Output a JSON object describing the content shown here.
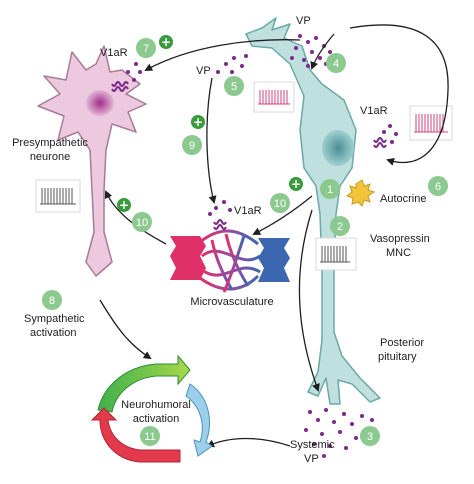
{
  "labels": {
    "vp_top": "VP",
    "vp_mid": "VP",
    "v1ar_pre": "V1aR",
    "v1ar_mnc": "V1aR",
    "v1ar_vasc": "V1aR",
    "presympathetic_line1": "Presympathetic",
    "presympathetic_line2": "neurone",
    "autocrine": "Autocrine",
    "vasopressin_line1": "Vasopressin",
    "vasopressin_line2": "MNC",
    "microvasculature": "Microvasculature",
    "sympathetic_line1": "Sympathetic",
    "sympathetic_line2": "activation",
    "posterior_line1": "Posterior",
    "posterior_line2": "pituitary",
    "neurohumoral_line1": "Neurohumoral",
    "neurohumoral_line2": "activation",
    "systemic_line1": "Systemic",
    "systemic_line2": "VP"
  },
  "steps": {
    "s1": "1",
    "s2": "2",
    "s3": "3",
    "s4": "4",
    "s5": "5",
    "s6": "6",
    "s7": "7",
    "s8": "8",
    "s9": "9",
    "s10a": "10",
    "s10b": "10",
    "s11": "11"
  },
  "plus_symbol": "+",
  "colors": {
    "step_circle": "#8cc98e",
    "plus_circle": "#3a9a3c",
    "mnc_body": "#bfe0df",
    "mnc_outline": "#6aa9a6",
    "presympathetic_body": "#ecc9df",
    "presympathetic_outline": "#a77b97",
    "vp_dots": "#7b2a8a",
    "vessel_red": "#d6336a",
    "vessel_blue": "#3b67b0",
    "spike_train_pink": "#d0407a",
    "spike_train_grey": "#555555"
  }
}
